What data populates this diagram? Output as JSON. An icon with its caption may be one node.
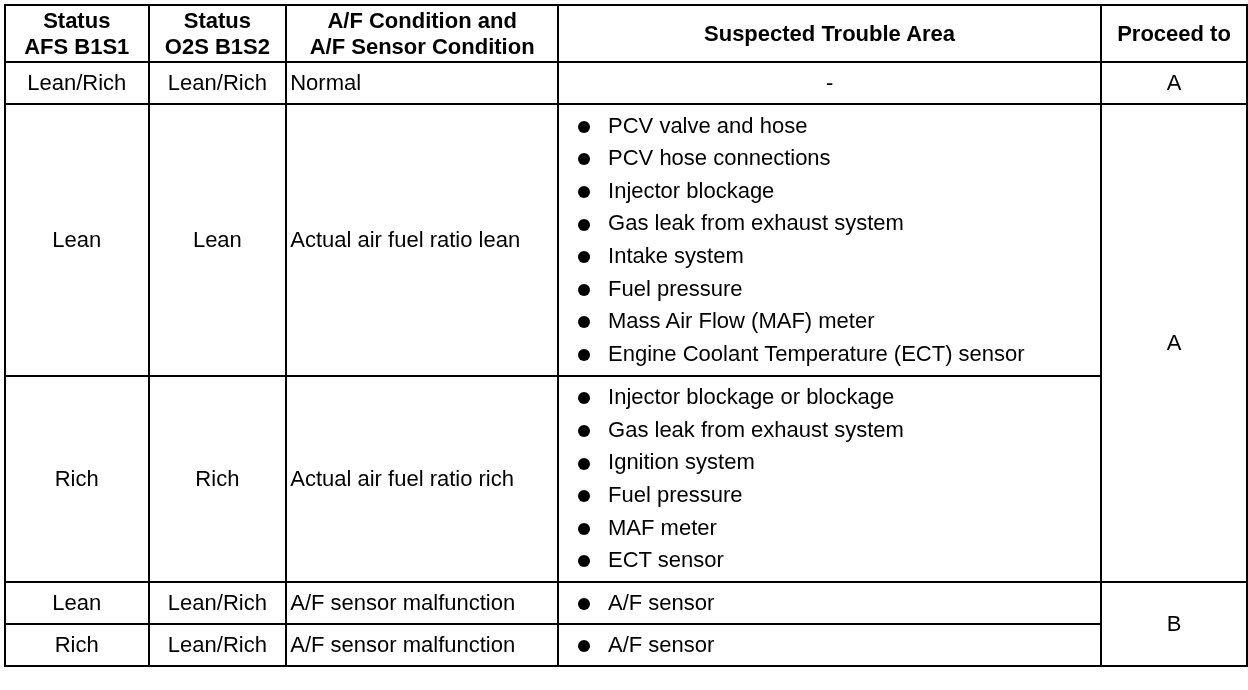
{
  "diagram": {
    "labels": [
      "Status AFS B1S1",
      "Status O2S B1S2",
      "A/F Condition and A/F Sensor Condition",
      "Suspected Trouble Area",
      "Proceed to",
      "Lean/Rich",
      "Lean/Rich",
      "Normal",
      "-",
      "A",
      "Lean",
      "Lean",
      "Actual air fuel ratio lean",
      "PCV valve and hose",
      "PCV hose connections",
      "Injector blockage",
      "Gas leak from exhaust system",
      "Intake system",
      "Fuel pressure",
      "Mass Air Flow (MAF) meter",
      "Engine Coolant Temperature (ECT) sensor",
      "A",
      "Rich",
      "Rich",
      "Actual air fuel ratio rich",
      "Injector blockage or blockage",
      "Gas leak from exhaust system",
      "Ignition system",
      "Fuel pressure",
      "MAF meter",
      "ECT sensor",
      "Lean",
      "Lean/Rich",
      "A/F sensor malfunction",
      "A/F sensor",
      "B",
      "Rich",
      "Lean/Rich",
      "A/F sensor malfunction",
      "A/F sensor"
    ]
  }
}
